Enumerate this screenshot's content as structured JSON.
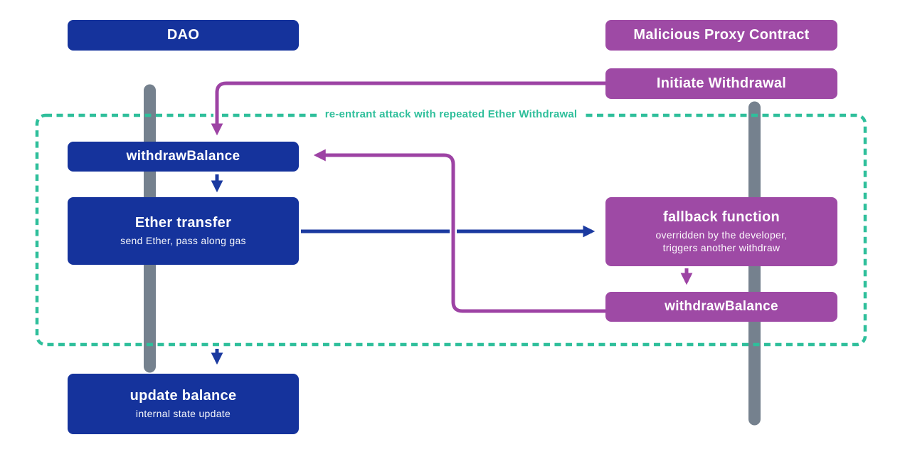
{
  "diagram": {
    "region_label": "re-entrant attack with repeated Ether Withdrawal",
    "lanes": {
      "dao": {
        "header": "DAO"
      },
      "proxy": {
        "header": "Malicious Proxy Contract"
      }
    },
    "nodes": {
      "initiate_withdrawal": {
        "label": "Initiate Withdrawal"
      },
      "withdraw_balance_dao": {
        "label": "withdrawBalance"
      },
      "ether_transfer": {
        "title": "Ether transfer",
        "subtitle": "send Ether, pass along gas"
      },
      "fallback_function": {
        "title": "fallback function",
        "subtitle_line1": "overridden by the developer,",
        "subtitle_line2": "triggers another withdraw"
      },
      "withdraw_balance_proxy": {
        "label": "withdrawBalance"
      },
      "update_balance": {
        "title": "update balance",
        "subtitle": "internal state update"
      }
    },
    "colors": {
      "dao_blue": "#15339c",
      "proxy_purple": "#9e4aa5",
      "arrow_blue": "#1b3aa0",
      "arrow_purple": "#9d43a4",
      "region_teal": "#2fbf9b",
      "lifeline_gray": "#75818e"
    }
  }
}
